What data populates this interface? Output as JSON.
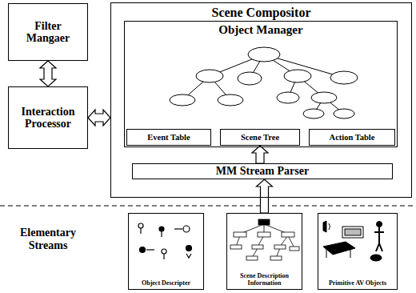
{
  "diagram": {
    "nodes": [
      {
        "text": [
          "Filter Mangaer"
        ]
      },
      {
        "text": [
          "Scene Compositor"
        ]
      },
      {
        "text": [
          "Object Manager"
        ],
        "in": 1
      },
      {
        "text": [
          "Event Table"
        ],
        "in": 2
      },
      {
        "text": [
          "Scene Tree"
        ],
        "in": 2
      },
      {
        "text": [
          "Action Table"
        ],
        "in": 2
      },
      {
        "text": [
          "MM Stream Parser"
        ],
        "in": 1
      },
      {
        "text": [
          "Interaction Processor"
        ]
      },
      {
        "text": [
          "Object Descripter"
        ]
      },
      {
        "text": [
          "Scene Description Information"
        ]
      },
      {
        "text": [
          "Primitive AV Objects"
        ]
      }
    ],
    "edges": [
      {
        "from": 0,
        "to": 7,
        "arrow": "both"
      },
      {
        "from": 7,
        "to": 1,
        "arrow": "both"
      },
      {
        "from": 6,
        "to": 4,
        "arrow": "to"
      },
      {
        "from": 9,
        "to": 6,
        "arrow": "to"
      }
    ],
    "labels": [
      "Elementary Streams"
    ]
  }
}
